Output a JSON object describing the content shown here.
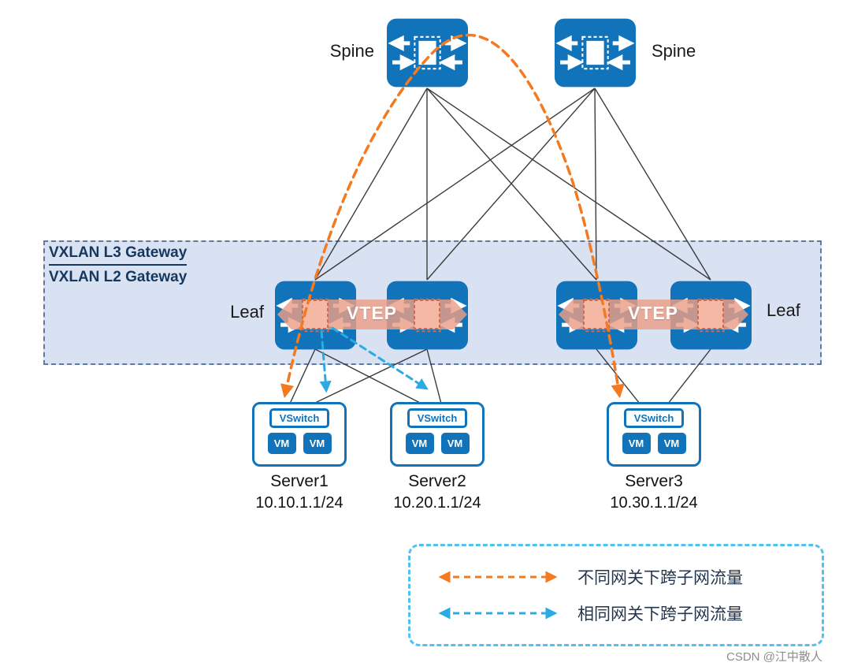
{
  "nodes": {
    "spine_left_label": "Spine",
    "spine_right_label": "Spine",
    "leaf_left_label": "Leaf",
    "leaf_right_label": "Leaf",
    "vtep_left_label": "VTEP",
    "vtep_right_label": "VTEP"
  },
  "gateway_band": {
    "l3_label": "VXLAN L3 Gateway",
    "l2_label": "VXLAN L2 Gateway"
  },
  "servers": [
    {
      "name": "Server1",
      "ip": "10.10.1.1/24",
      "vswitch_label": "VSwitch",
      "vm1": "VM",
      "vm2": "VM"
    },
    {
      "name": "Server2",
      "ip": "10.20.1.1/24",
      "vswitch_label": "VSwitch",
      "vm1": "VM",
      "vm2": "VM"
    },
    {
      "name": "Server3",
      "ip": "10.30.1.1/24",
      "vswitch_label": "VSwitch",
      "vm1": "VM",
      "vm2": "VM"
    }
  ],
  "legend": {
    "items": [
      {
        "label": "不同网关下跨子网流量",
        "color": "#f4791f"
      },
      {
        "label": "相同网关下跨子网流量",
        "color": "#2aabe2"
      }
    ]
  },
  "watermark": "CSDN @江中散人",
  "colors": {
    "switch_blue": "#1173b9",
    "vtep_salmon": "#ec9d88",
    "gateway_band_fill": "#d9e2f3",
    "link_line": "#3c3c3c",
    "legend_border": "#53c1f0"
  }
}
